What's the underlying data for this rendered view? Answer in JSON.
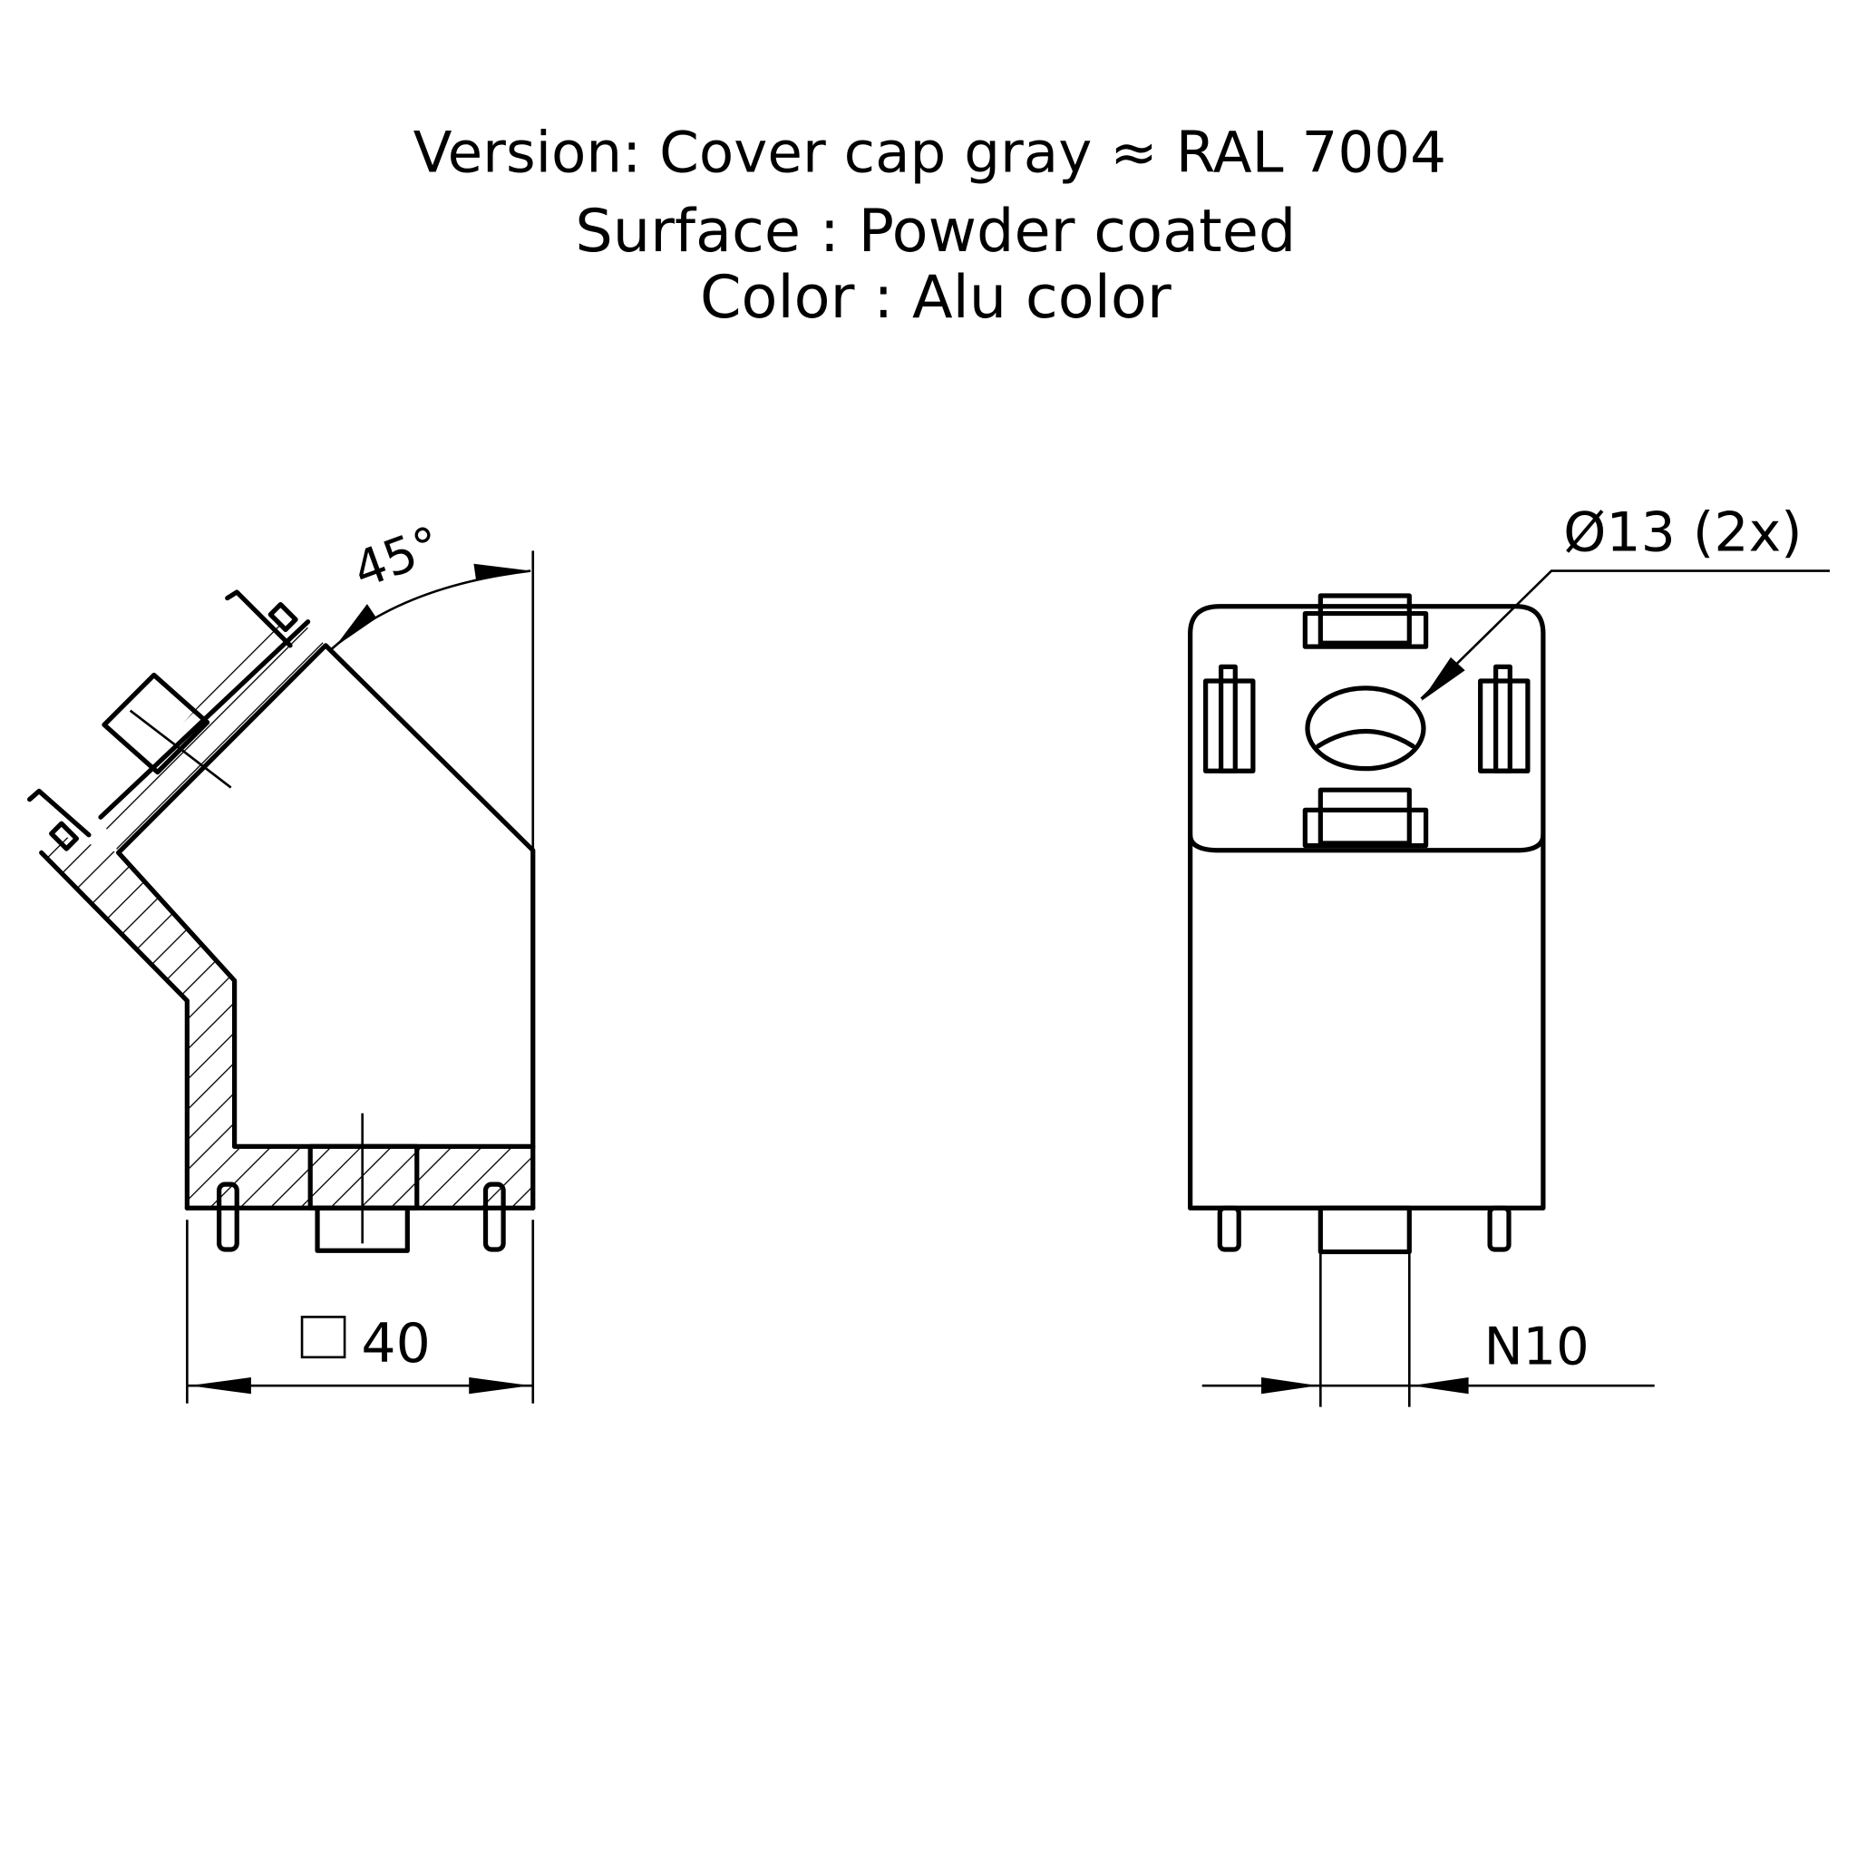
{
  "header": {
    "version": "Version: Cover cap gray ≈ RAL 7004",
    "surface": "Surface : Powder coated",
    "color": "Color : Alu color"
  },
  "side_view": {
    "angle_label": "45°",
    "size_label": "40",
    "size_symbol": "square-icon"
  },
  "front_view": {
    "hole_label": "Ø13 (2x)",
    "thread_label": "N10"
  }
}
